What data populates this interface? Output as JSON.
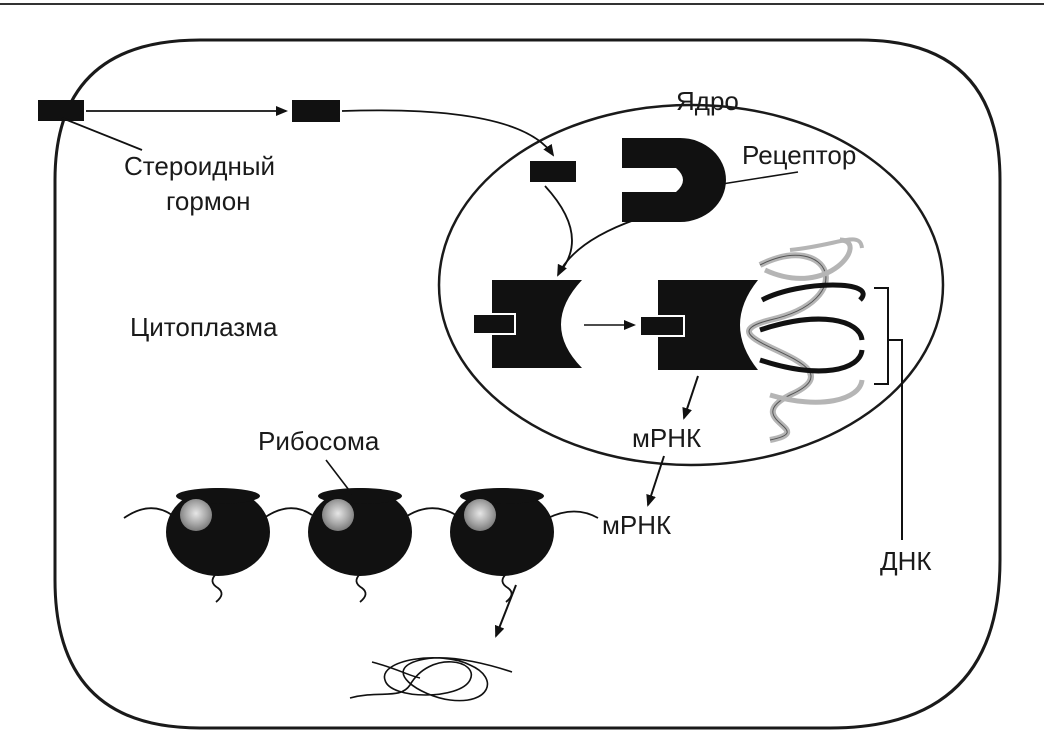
{
  "labels": {
    "hormone_line1": "Стероидный",
    "hormone_line2": "гормон",
    "nucleus": "Ядро",
    "receptor": "Рецептор",
    "cytoplasm": "Цитоплазма",
    "mrna_nucleus": "мРНК",
    "ribosome": "Рибосома",
    "mrna_cytoplasm": "мРНК",
    "dna": "ДНК"
  },
  "colors": {
    "ink": "#111111",
    "outline": "#1a1a1a",
    "background": "#ffffff",
    "ribosome_spot": "#9a9a9a",
    "dna_strand_light": "#b5b5b5"
  }
}
